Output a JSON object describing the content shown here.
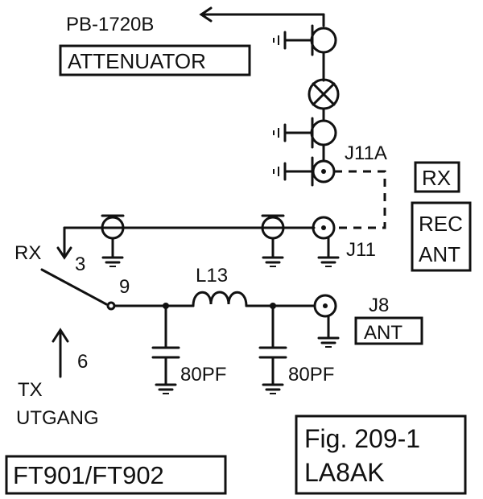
{
  "labels": {
    "pb_ref": "PB-1720B",
    "attenuator": "ATTENUATOR",
    "j11a": "J11A",
    "rx_box": "RX",
    "rec": "REC",
    "ant_rec": "ANT",
    "rx_switch": "RX",
    "pos3": "3",
    "pos9": "9",
    "j11": "J11",
    "l13": "L13",
    "j8": "J8",
    "ant": "ANT",
    "pos6": "6",
    "tx": "TX",
    "utgang": "UTGANG",
    "cap1": "80PF",
    "cap2": "80PF",
    "model": "FT901/FT902",
    "fig": "Fig. 209-1",
    "author": "LA8AK"
  }
}
